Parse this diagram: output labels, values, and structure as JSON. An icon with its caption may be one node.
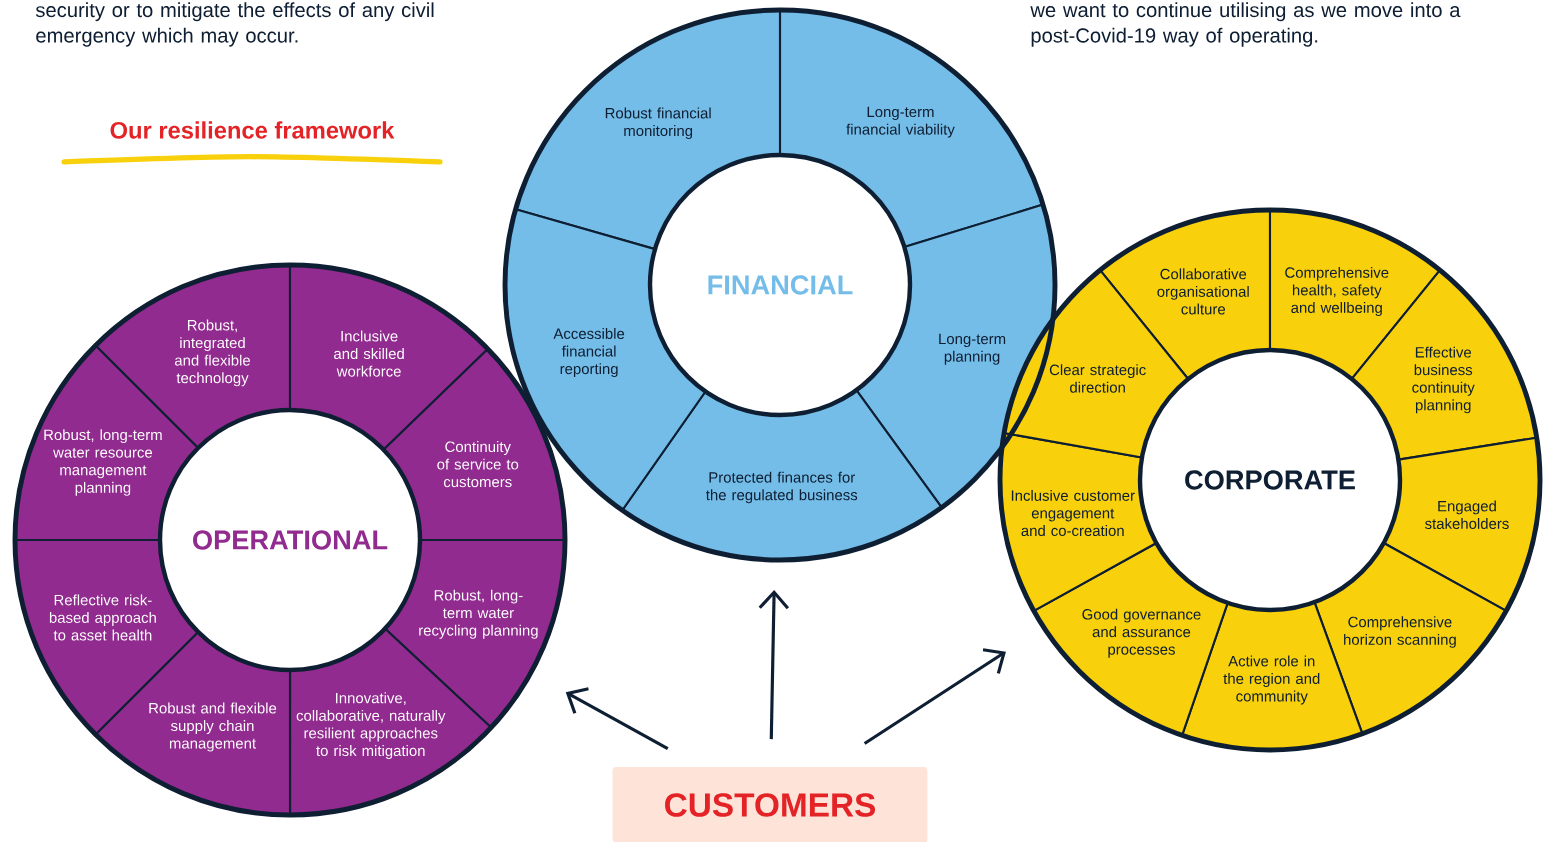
{
  "diagram": {
    "title": "Our resilience framework",
    "nodes": [
      {
        "text": [],
        "shape": "circle"
      },
      {
        "text": [
          "FINANCIAL"
        ],
        "in": 0
      },
      {
        "text": [
          "Robust financial monitoring"
        ],
        "in": 0
      },
      {
        "text": [
          "Long-term financial viability"
        ],
        "in": 0
      },
      {
        "text": [
          "Long-term planning"
        ],
        "in": 0
      },
      {
        "text": [
          "Protected finances for the regulated business"
        ],
        "in": 0
      },
      {
        "text": [
          "Accessible financial reporting"
        ],
        "in": 0
      },
      {
        "text": [],
        "shape": "circle"
      },
      {
        "text": [
          "OPERATIONAL"
        ],
        "in": 7
      },
      {
        "text": [
          "Robust, integrated and flexible technology"
        ],
        "in": 7
      },
      {
        "text": [
          "Inclusive and skilled workforce"
        ],
        "in": 7
      },
      {
        "text": [
          "Continuity of service to customers"
        ],
        "in": 7
      },
      {
        "text": [
          "Robust, long-term water recycling planning"
        ],
        "in": 7
      },
      {
        "text": [
          "Innovative, collaborative, naturally resilient approaches to risk mitigation"
        ],
        "in": 7
      },
      {
        "text": [
          "Robust and flexible supply chain management"
        ],
        "in": 7
      },
      {
        "text": [
          "Reflective risk-based approach to asset health"
        ],
        "in": 7
      },
      {
        "text": [
          "Robust, long-term water resource management planning"
        ],
        "in": 7
      },
      {
        "text": [],
        "shape": "circle"
      },
      {
        "text": [
          "CORPORATE"
        ],
        "in": 17
      },
      {
        "text": [
          "Collaborative organisational culture"
        ],
        "in": 17
      },
      {
        "text": [
          "Comprehensive health, safety and wellbeing"
        ],
        "in": 17
      },
      {
        "text": [
          "Effective business continuity planning"
        ],
        "in": 17
      },
      {
        "text": [
          "Engaged stakeholders"
        ],
        "in": 17
      },
      {
        "text": [
          "Comprehensive horizon scanning"
        ],
        "in": 17
      },
      {
        "text": [
          "Active role in the region and community"
        ],
        "in": 17
      },
      {
        "text": [
          "Good governance and assurance processes"
        ],
        "in": 17
      },
      {
        "text": [
          "Inclusive customer engagement and co-creation"
        ],
        "in": 17
      },
      {
        "text": [
          "Clear strategic direction"
        ],
        "in": 17
      },
      {
        "text": [
          "CUSTOMERS"
        ]
      }
    ],
    "edges": [
      {
        "from": 28,
        "to": 7,
        "arrow": "to"
      },
      {
        "from": 28,
        "to": 0,
        "arrow": "to"
      },
      {
        "from": 28,
        "to": 17,
        "arrow": "to"
      }
    ],
    "labels": [
      "security or to mitigate the effects of any civil emergency which may occur.",
      "we want to continue utilising as we move into a post-Covid-19 way of operating."
    ]
  }
}
